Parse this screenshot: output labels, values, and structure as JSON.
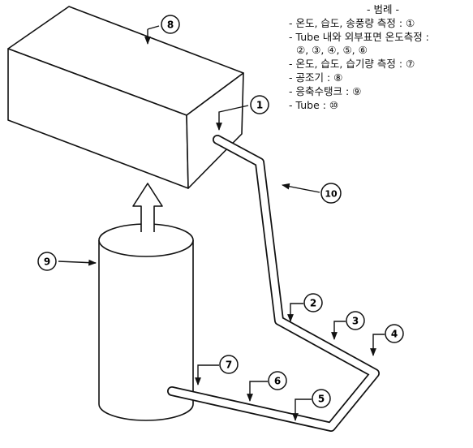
{
  "legend": {
    "title": "- 범례 -",
    "lines": [
      "- 온도, 습도, 송풍량 측정 : ①",
      "- Tube 내와 외부표면 온도측정 :",
      "②, ③, ④, ⑤, ⑥",
      "- 온도, 습도, 습기량 측정 : ⑦",
      "- 공조기 : ⑧",
      "- 응축수탱크 : ⑨",
      "- Tube : ⑩"
    ]
  },
  "markers": {
    "m1": "1",
    "m2": "2",
    "m3": "3",
    "m4": "4",
    "m5": "5",
    "m6": "6",
    "m7": "7",
    "m8": "8",
    "m9": "9",
    "m10": "10"
  }
}
